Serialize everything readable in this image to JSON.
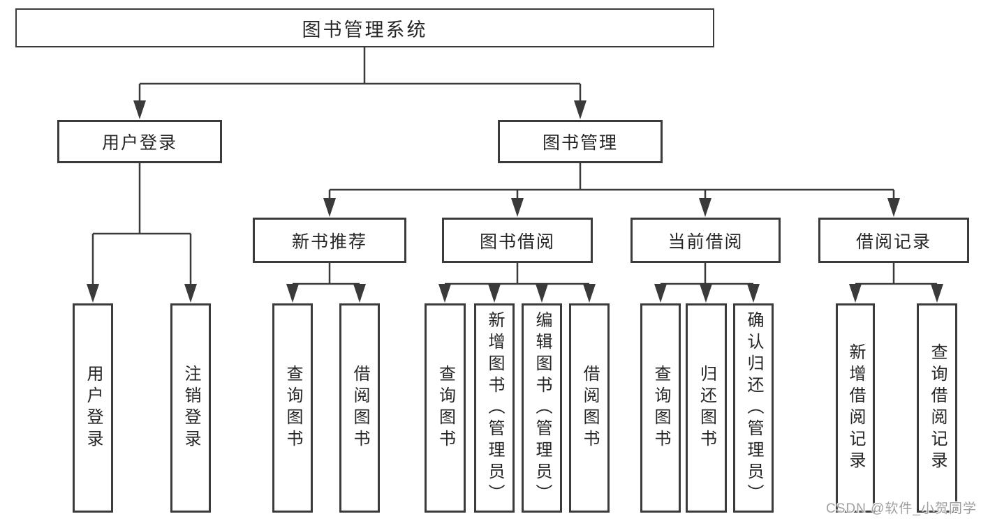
{
  "diagram": {
    "root_label": "图书管理系统",
    "branches": {
      "user_login": {
        "label": "用户登录",
        "leaves": [
          "用户登录",
          "注销登录"
        ]
      },
      "book_mgmt": {
        "label": "图书管理",
        "sections": [
          {
            "label": "新书推荐",
            "leaves": [
              "查询图书",
              "借阅图书"
            ]
          },
          {
            "label": "图书借阅",
            "leaves": [
              "查询图书",
              "新增图书（管理员）",
              "编辑图书（管理员）",
              "借阅图书"
            ]
          },
          {
            "label": "当前借阅",
            "leaves": [
              "查询图书",
              "归还图书",
              "确认归还（管理员）"
            ]
          },
          {
            "label": "借阅记录",
            "leaves": [
              "新增借阅记录",
              "查询借阅记录"
            ]
          }
        ]
      }
    }
  },
  "watermark": {
    "text": "CSDN @软件_小贺同学"
  },
  "colors": {
    "line": "#3a3a3a",
    "border": "#3b3b3b",
    "fill": "#ffffff",
    "text": "#262626",
    "watermark": "#a0a0a0",
    "background": "#ffffff"
  }
}
